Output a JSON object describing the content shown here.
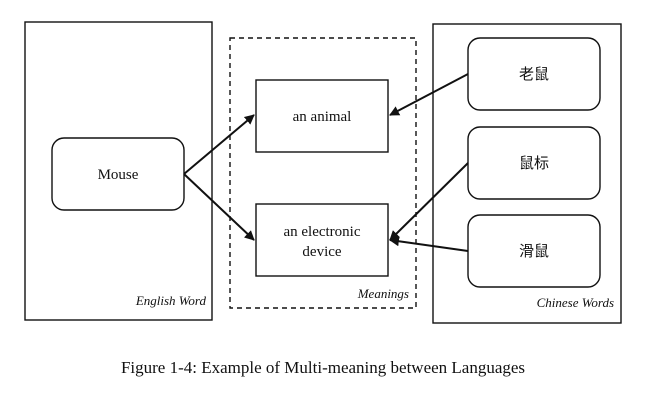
{
  "panels": {
    "english": {
      "label": "English Word"
    },
    "meanings": {
      "label": "Meanings"
    },
    "chinese": {
      "label": "Chinese Words"
    }
  },
  "nodes": {
    "mouse": "Mouse",
    "animal": "an animal",
    "device_line1": "an electronic",
    "device_line2": "device",
    "laoshu": "老鼠",
    "shubiao": "鼠标",
    "huashu": "滑鼠"
  },
  "caption": "Figure 1-4: Example of Multi-meaning between Languages",
  "colors": {
    "stroke": "#111111",
    "background": "#ffffff"
  }
}
